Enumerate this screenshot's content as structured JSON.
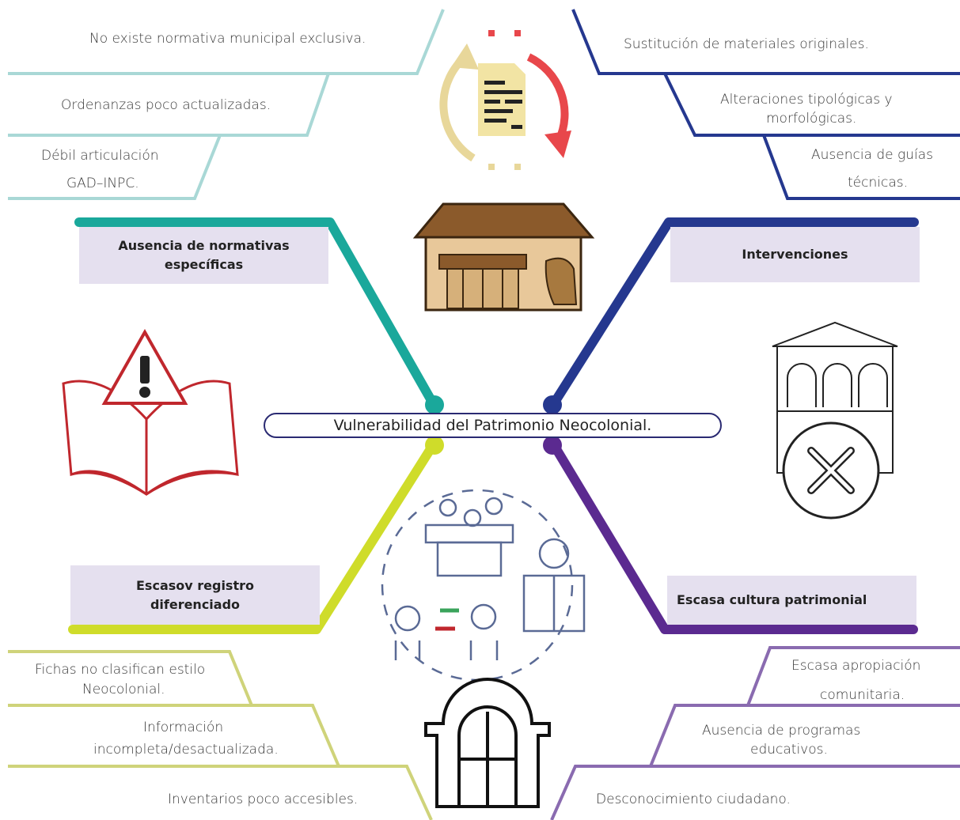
{
  "center_label": "Vulnerabilidad del Patrimonio Neocolonial.",
  "branches": {
    "normativas": {
      "label_line1": "Ausencia de normativas",
      "label_line2": "específicas",
      "color": "#1aa89b",
      "line_color": "#a9d8d6",
      "items": [
        "No existe normativa municipal exclusiva.",
        "Ordenanzas poco actualizadas.",
        "Débil articulación",
        "GAD–INPC."
      ]
    },
    "intervenciones": {
      "label": "Intervenciones",
      "color": "#25388f",
      "line_color": "#25388f",
      "items": [
        "Sustitución de materiales originales.",
        "Alteraciones tipológicas y",
        "morfológicas.",
        "Ausencia de guías",
        "técnicas."
      ]
    },
    "registro": {
      "label_line1": "Escasov registro",
      "label_line2": "diferenciado",
      "color": "#cfdc2a",
      "line_color": "#cfd37a",
      "items": [
        "Fichas no clasifican estilo",
        "Neocolonial.",
        "Información",
        "incompleta/desactualizada.",
        "Inventarios poco accesibles."
      ]
    },
    "cultura": {
      "label": "Escasa cultura patrimonial",
      "color": "#5b2a90",
      "line_color": "#8a6bb0",
      "items": [
        "Escasa apropiación",
        "comunitaria.",
        "Ausencia de programas",
        "educativos.",
        "Desconocimiento ciudadano."
      ]
    }
  },
  "icons": [
    "document-cycle-icon",
    "house-icon",
    "warning-book-icon",
    "building-cross-icon",
    "education-icon",
    "arch-door-icon"
  ]
}
